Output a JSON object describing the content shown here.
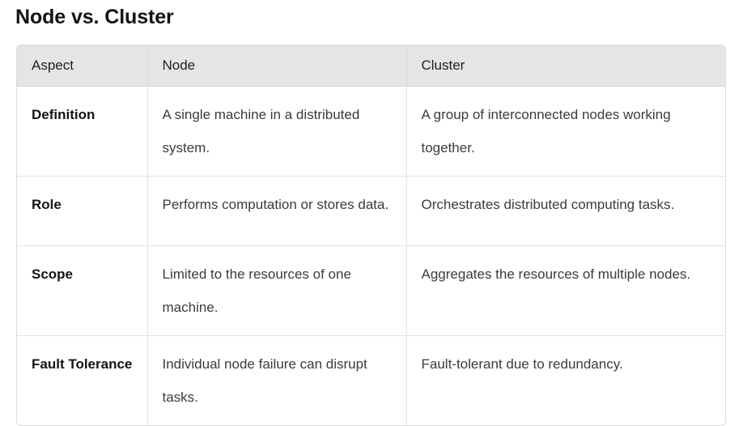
{
  "page": {
    "title": "Node vs. Cluster",
    "background_color": "#ffffff",
    "title_color": "#141414"
  },
  "table": {
    "border_color": "#dcdcdc",
    "header_background": "#e5e5e5",
    "header_text_color": "#1f1f1f",
    "body_text_color": "#3b3b3b",
    "columns": [
      {
        "key": "aspect",
        "label": "Aspect"
      },
      {
        "key": "node",
        "label": "Node"
      },
      {
        "key": "cluster",
        "label": "Cluster"
      }
    ],
    "rows": [
      {
        "aspect": "Definition",
        "node": "A single machine in a distributed system.",
        "cluster": "A group of interconnected nodes working together."
      },
      {
        "aspect": "Role",
        "node": "Performs computation or stores data.",
        "cluster": "Orchestrates distributed computing tasks."
      },
      {
        "aspect": "Scope",
        "node": "Limited to the resources of one machine.",
        "cluster": "Aggregates the resources of multiple nodes."
      },
      {
        "aspect": "Fault Tolerance",
        "node": "Individual node failure can disrupt tasks.",
        "cluster": "Fault-tolerant due to redundancy."
      }
    ]
  }
}
